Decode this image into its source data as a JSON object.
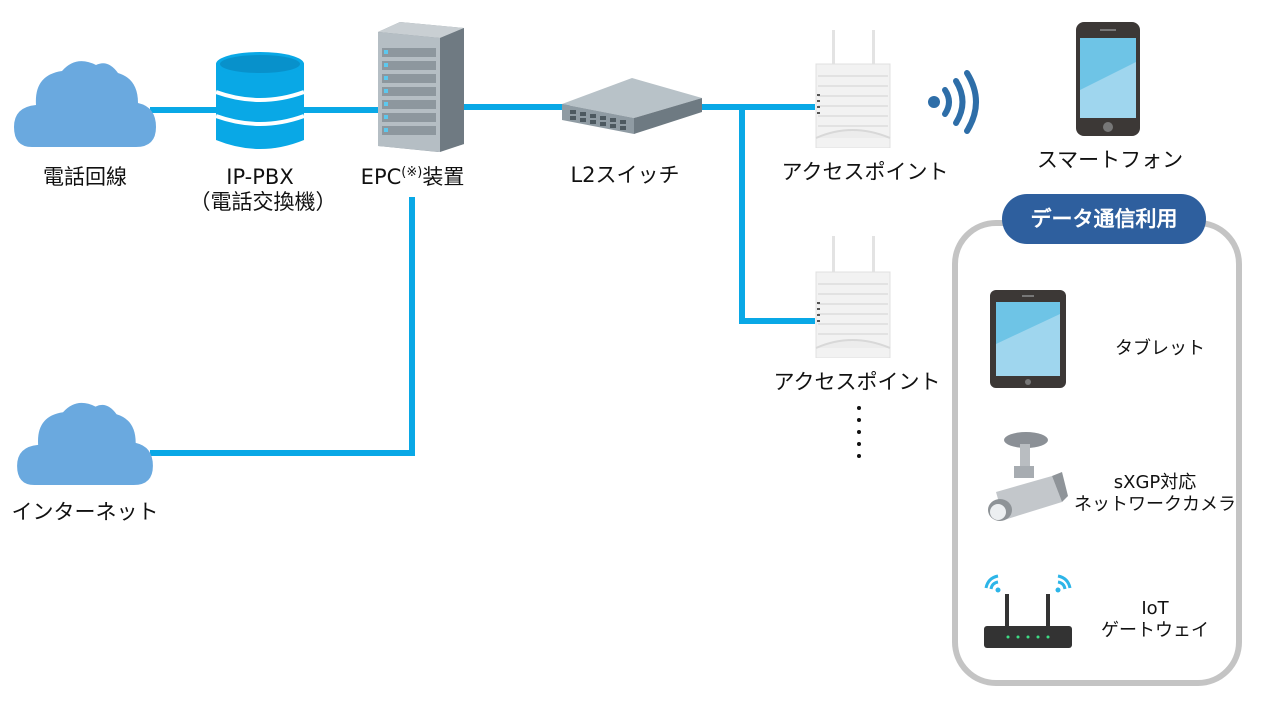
{
  "title": "sXGP network configuration diagram",
  "colors": {
    "line": "#09a8e6",
    "cloud": "#6aa9df",
    "group_title_bg": "#2e5f9e",
    "group_border": "#c4c4c4",
    "wifi": "#2e6ea8",
    "iot_wifi": "#2db5e8"
  },
  "nodes": {
    "phone_line": {
      "label": "電話回線",
      "icon": "cloud-icon"
    },
    "ip_pbx": {
      "label": "IP-PBX",
      "sublabel": "（電話交換機）",
      "icon": "database-icon"
    },
    "epc": {
      "label_prefix": "EPC",
      "note": "(※)",
      "label_suffix": "装置",
      "icon": "server-rack-icon"
    },
    "l2_switch": {
      "label": "L2スイッチ",
      "icon": "network-switch-icon"
    },
    "access_point_1": {
      "label": "アクセスポイント",
      "icon": "access-point-icon"
    },
    "access_point_2": {
      "label": "アクセスポイント",
      "icon": "access-point-icon"
    },
    "smartphone": {
      "label": "スマートフォン",
      "icon": "smartphone-icon"
    },
    "internet": {
      "label": "インターネット",
      "icon": "cloud-icon"
    }
  },
  "data_group": {
    "title": "データ通信利用",
    "items": [
      {
        "label": "タブレット",
        "icon": "tablet-icon"
      },
      {
        "label_line1": "sXGP対応",
        "label_line2": "ネットワークカメラ",
        "icon": "security-camera-icon"
      },
      {
        "label_line1": "IoT",
        "label_line2": "ゲートウェイ",
        "icon": "router-icon"
      }
    ]
  },
  "continuation": "more-access-points-ellipsis"
}
